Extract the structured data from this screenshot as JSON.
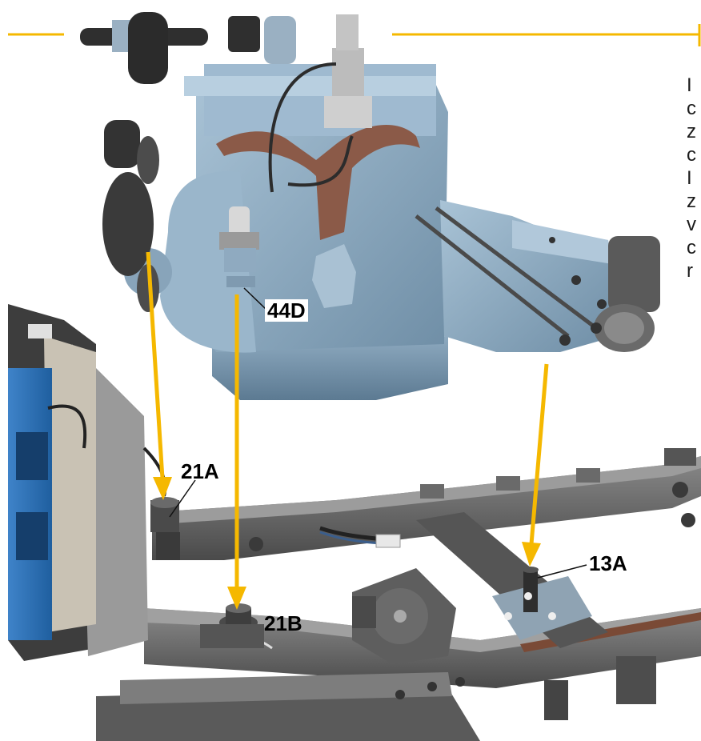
{
  "accent_color": "#f5b800",
  "labels": {
    "l44d": "44D",
    "l21a": "21A",
    "l21b": "21B",
    "l13a": "13A"
  },
  "side_text_fragments": [
    "I",
    "c",
    "z",
    "c",
    "I",
    "z",
    "v",
    "c",
    "r"
  ]
}
